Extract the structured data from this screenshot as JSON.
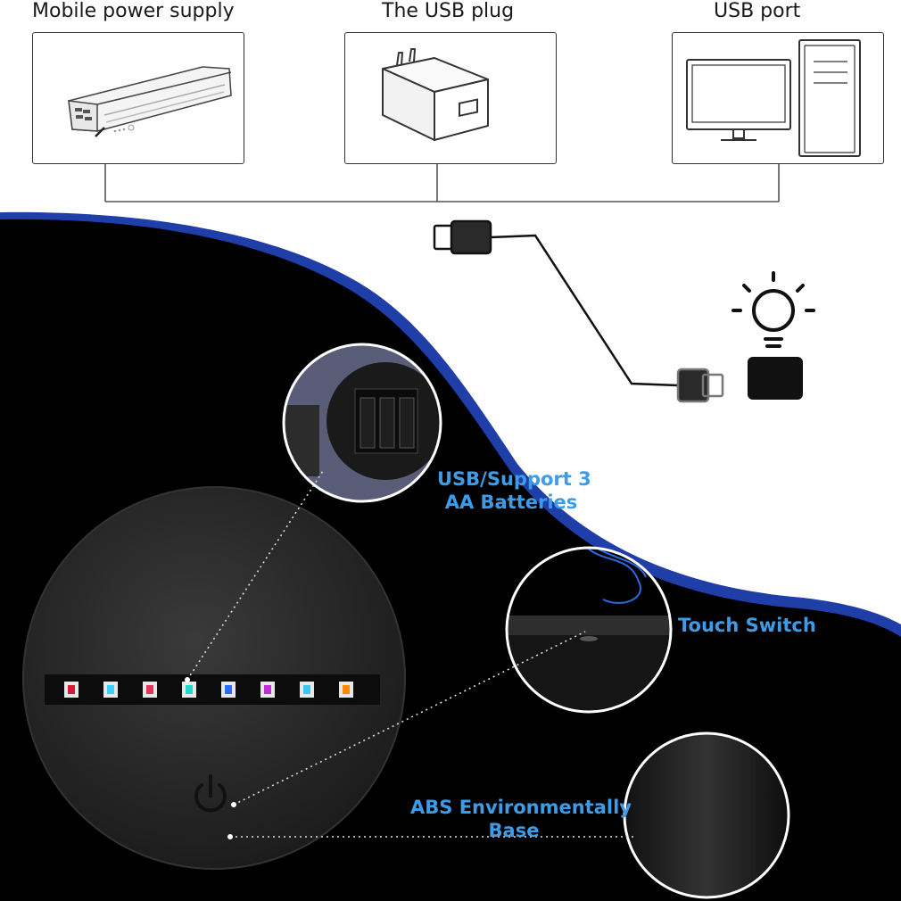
{
  "sources": [
    {
      "label": "Mobile power supply",
      "icon": "power-bank-icon"
    },
    {
      "label": "The USB plug",
      "icon": "usb-wall-adapter-icon"
    },
    {
      "label": "USB port",
      "icon": "desktop-computer-icon"
    }
  ],
  "cable": {
    "icon": "usb-cable-icon"
  },
  "lamp": {
    "icon": "lamp-bulb-icon"
  },
  "callouts": {
    "batteries_line1": "USB/Support 3",
    "batteries_line2": "AA Batteries",
    "touch_switch": "Touch Switch",
    "abs_line1": "ABS Environmentally",
    "abs_line2": "Base"
  },
  "colors": {
    "background_dark": "#000000",
    "accent_wave": "#1f3ea8",
    "callout_text": "#3e9ce6",
    "led_colors": [
      "#d81a3a",
      "#3bd1ff",
      "#e8305a",
      "#1fd8c8",
      "#2b6bff",
      "#c12bd8",
      "#38c8f0",
      "#ff8a00"
    ]
  }
}
